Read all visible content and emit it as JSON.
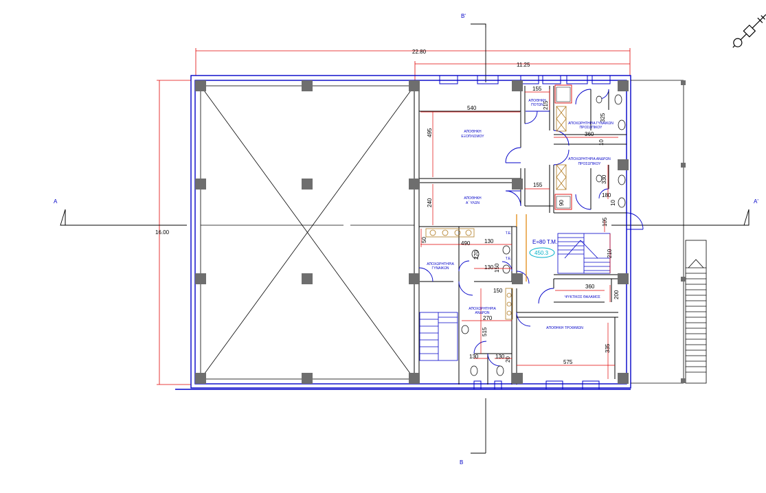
{
  "section_markers": {
    "b_top": "B'",
    "b_bottom": "B",
    "a_left": "A",
    "a_right": "A'"
  },
  "overall_dims": {
    "width": "22.80",
    "right_part": "11.25",
    "height": "16.00"
  },
  "rooms": {
    "beverage_storage": [
      "ΑΠΟΘΗΚΗ",
      "ΠΟΤΩΝ"
    ],
    "equipment_storage": [
      "ΑΠΟΘΗΚΗ",
      "ΕΞΟΠΛΙΣΜΟΥ"
    ],
    "materials_storage": [
      "ΑΠΟΘΗΚΗ",
      "Α΄ ΥΛΩΝ"
    ],
    "staff_wc_women": [
      "ΑΠΟΧΩΡΗΤΗΡΙΑ ΓΥΝΑΙΚΩΝ",
      "ΠΡΟΣΩΠΙΚΟΥ"
    ],
    "staff_wc_men": [
      "ΑΠΟΧΩΡΗΤΗΡΙΑ ΑΝΔΡΩΝ",
      "ΠΡΟΣΩΠΙΚΟΥ"
    ],
    "wc_women": [
      "ΑΠΟΧΩΡΗΤΗΡΙΑ",
      "ΓΥΝΑΙΚΩΝ"
    ],
    "wc_men": [
      "ΑΠΟΧΩΡΗΤΗΡΙΑ",
      "ΑΝΔΡΩΝ"
    ],
    "cold_room": "ΨΥΚΤΙΚΟΣ ΘΑΛΑΜΟΣ",
    "food_storage": "ΑΠΟΘΗΚΗ ΤΡΟΦΙΜΩΝ",
    "te1": "Τ.Ε.",
    "te2": "Τ.Ε."
  },
  "area_note": "Ε=80 Τ.Μ.",
  "elevation_tag": "450.3",
  "dims": {
    "d155a": "155",
    "d215": "215",
    "d325": "325",
    "d540": "540",
    "d360a": "360",
    "d10": "10",
    "d495": "495",
    "d155b": "155",
    "d330": "330",
    "d240": "240",
    "d90": "90",
    "d180": "180",
    "d10b": "10",
    "d105": "105",
    "d50": "50",
    "d490": "490",
    "d130a": "130",
    "d270a": "270",
    "d130b": "130",
    "d150a": "150",
    "d210": "210",
    "d360b": "360",
    "d200": "200",
    "d150b": "150",
    "d270b": "270",
    "d515": "515",
    "d335": "335",
    "d575": "575",
    "d130c": "130",
    "d130d": "130",
    "d20": "20"
  },
  "colors": {
    "wall": "#0000c8",
    "dim": "#e00000",
    "line": "#000000",
    "column": "#7a7a7a",
    "fixture": "#b07a20",
    "tag": "#00b0c8"
  }
}
